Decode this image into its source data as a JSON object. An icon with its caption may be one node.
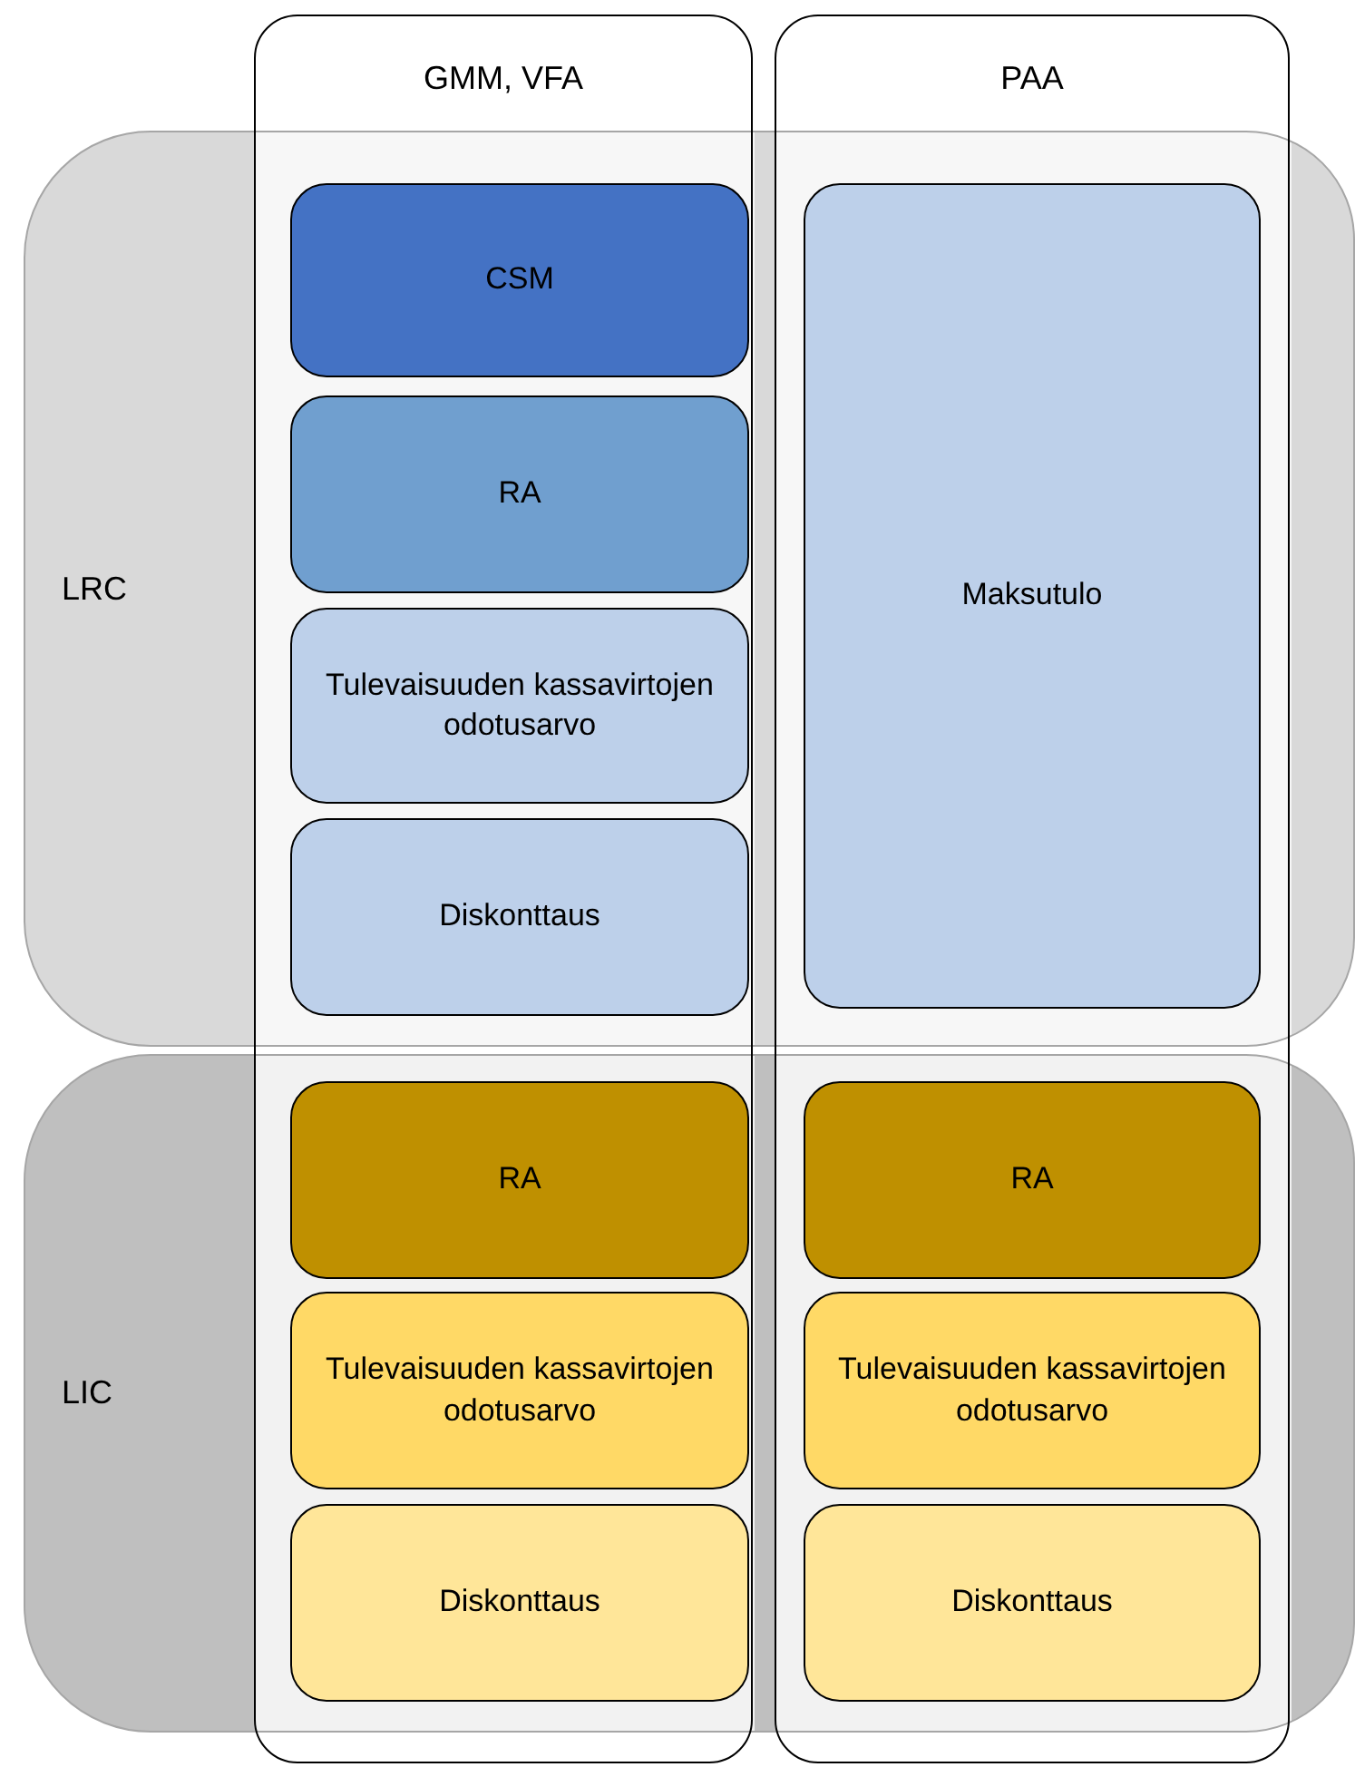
{
  "diagram": {
    "nodes": [
      {
        "text": [
          "GMM, VFA"
        ]
      },
      {
        "text": [
          "PAA"
        ]
      },
      {
        "text": [
          "LRC"
        ]
      },
      {
        "text": [
          "LIC"
        ]
      },
      {
        "text": [
          "CSM"
        ]
      },
      {
        "text": [
          "RA"
        ]
      },
      {
        "text": [
          "Maksutulo"
        ]
      },
      {
        "text": [
          "Tulevaisuuden kassavirtojen odotusarvo"
        ]
      },
      {
        "text": [
          "Diskonttaus"
        ]
      },
      {
        "text": [
          "RA"
        ]
      },
      {
        "text": [
          "RA"
        ]
      },
      {
        "text": [
          "Tulevaisuuden kassavirtojen odotusarvo"
        ]
      },
      {
        "text": [
          "Tulevaisuuden kassavirtojen odotusarvo"
        ]
      },
      {
        "text": [
          "Diskonttaus"
        ]
      },
      {
        "text": [
          "Diskonttaus"
        ]
      }
    ]
  }
}
